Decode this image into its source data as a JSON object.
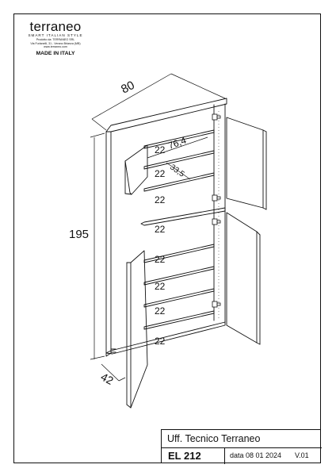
{
  "brand": {
    "name": "terraneo",
    "tagline": "SMART ITALIAN STYLE",
    "address_lines": [
      "Prodotto da: TERRANEO SRL",
      "Via Furlanelli, 31 - Verano Brianza (MB)",
      "www.terraneo.com"
    ],
    "made_in": "MADE IN ITALY"
  },
  "dimensions": {
    "width": "80",
    "height": "195",
    "depth": "42",
    "inner_width": "76,4",
    "inner_depth": "33,5",
    "shelf_gaps": [
      "22",
      "22",
      "22",
      "22",
      "22",
      "22",
      "22",
      "22"
    ]
  },
  "title_block": {
    "office": "Uff. Tecnico Terraneo",
    "code": "EL 212",
    "date": "data 08 01 2024",
    "version": "V.01"
  }
}
